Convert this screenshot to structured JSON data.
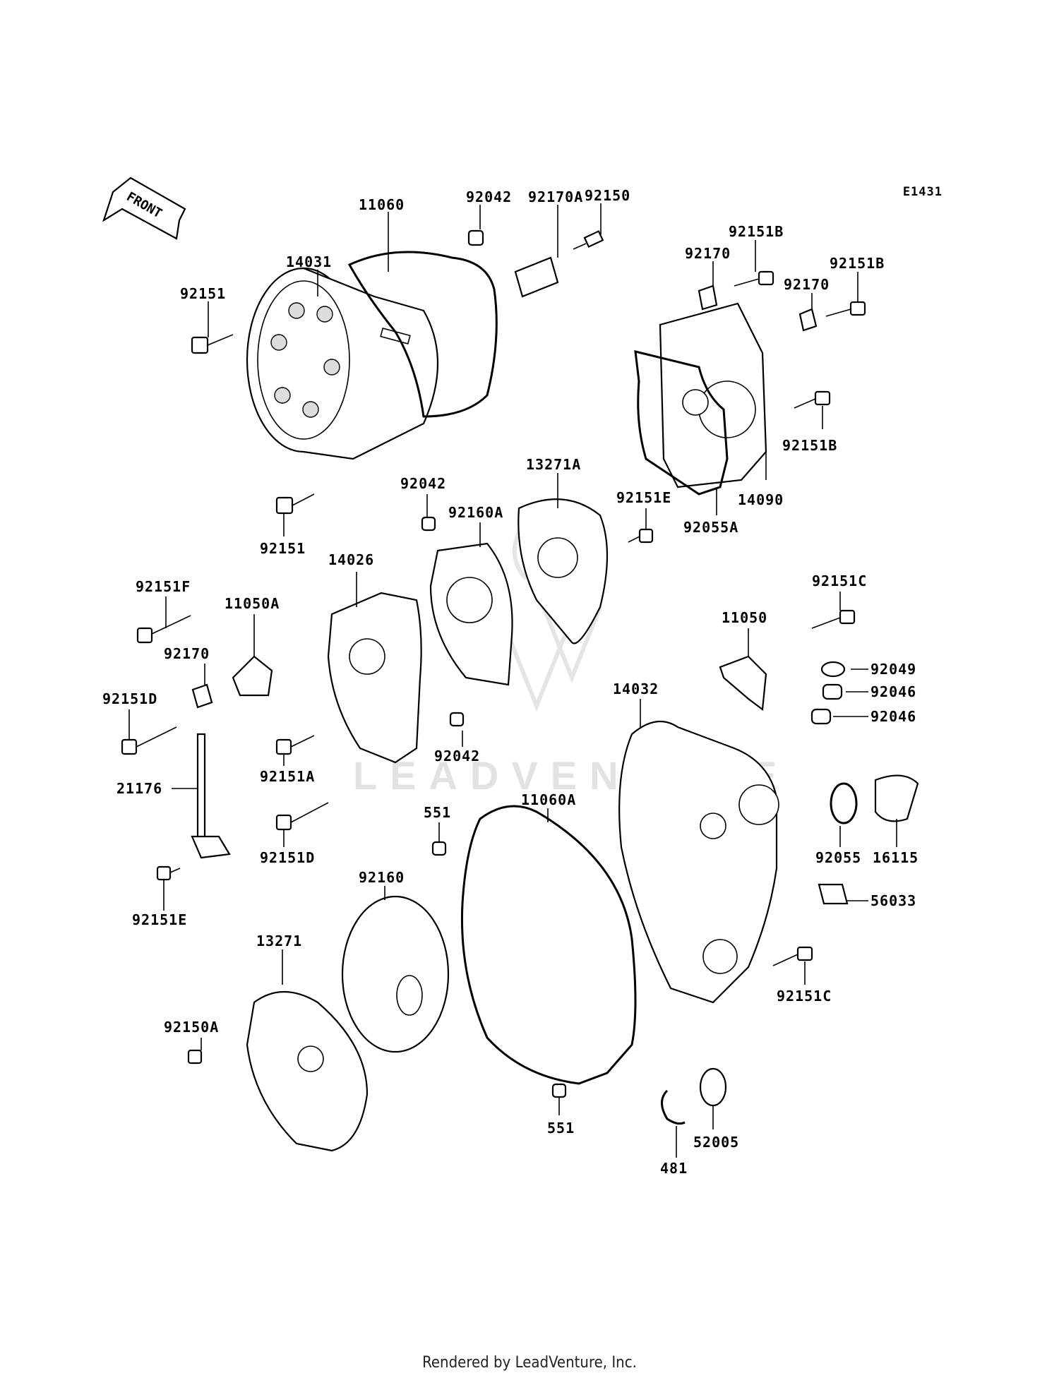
{
  "diagram_code": "E1431",
  "front_arrow": "FRONT",
  "footer": "Rendered by LeadVenture, Inc.",
  "watermark": "LEADVENTURE",
  "labels": {
    "p92042_top": "92042",
    "p92150": "92150",
    "p11060": "11060",
    "p92170A": "92170A",
    "p14031": "14031",
    "p92151_top": "92151",
    "p92151_mid": "92151",
    "p92151B_1": "92151B",
    "p92170_1": "92170",
    "p92151B_2": "92151B",
    "p92170_2": "92170",
    "p92151B_3": "92151B",
    "p92055A": "92055A",
    "p14090": "14090",
    "p13271A": "13271A",
    "p92042_mid": "92042",
    "p92160A": "92160A",
    "p92151E_right": "92151E",
    "p14026": "14026",
    "p92151F": "92151F",
    "p11050A": "11050A",
    "p92170_3": "92170",
    "p92151D_1": "92151D",
    "p92151C_top": "92151C",
    "p11050": "11050",
    "p92049": "92049",
    "p92046_1": "92046",
    "p92046_2": "92046",
    "p14032": "14032",
    "p92042_low": "92042",
    "p92151A": "92151A",
    "p21176": "21176",
    "p11060A": "11060A",
    "p551_top": "551",
    "p92151D_2": "92151D",
    "p92055": "92055",
    "p16115": "16115",
    "p56033": "56033",
    "p92151E_left": "92151E",
    "p92160": "92160",
    "p13271": "13271",
    "p92151C_low": "92151C",
    "p92150A": "92150A",
    "p551_low": "551",
    "p481": "481",
    "p52005": "52005"
  }
}
